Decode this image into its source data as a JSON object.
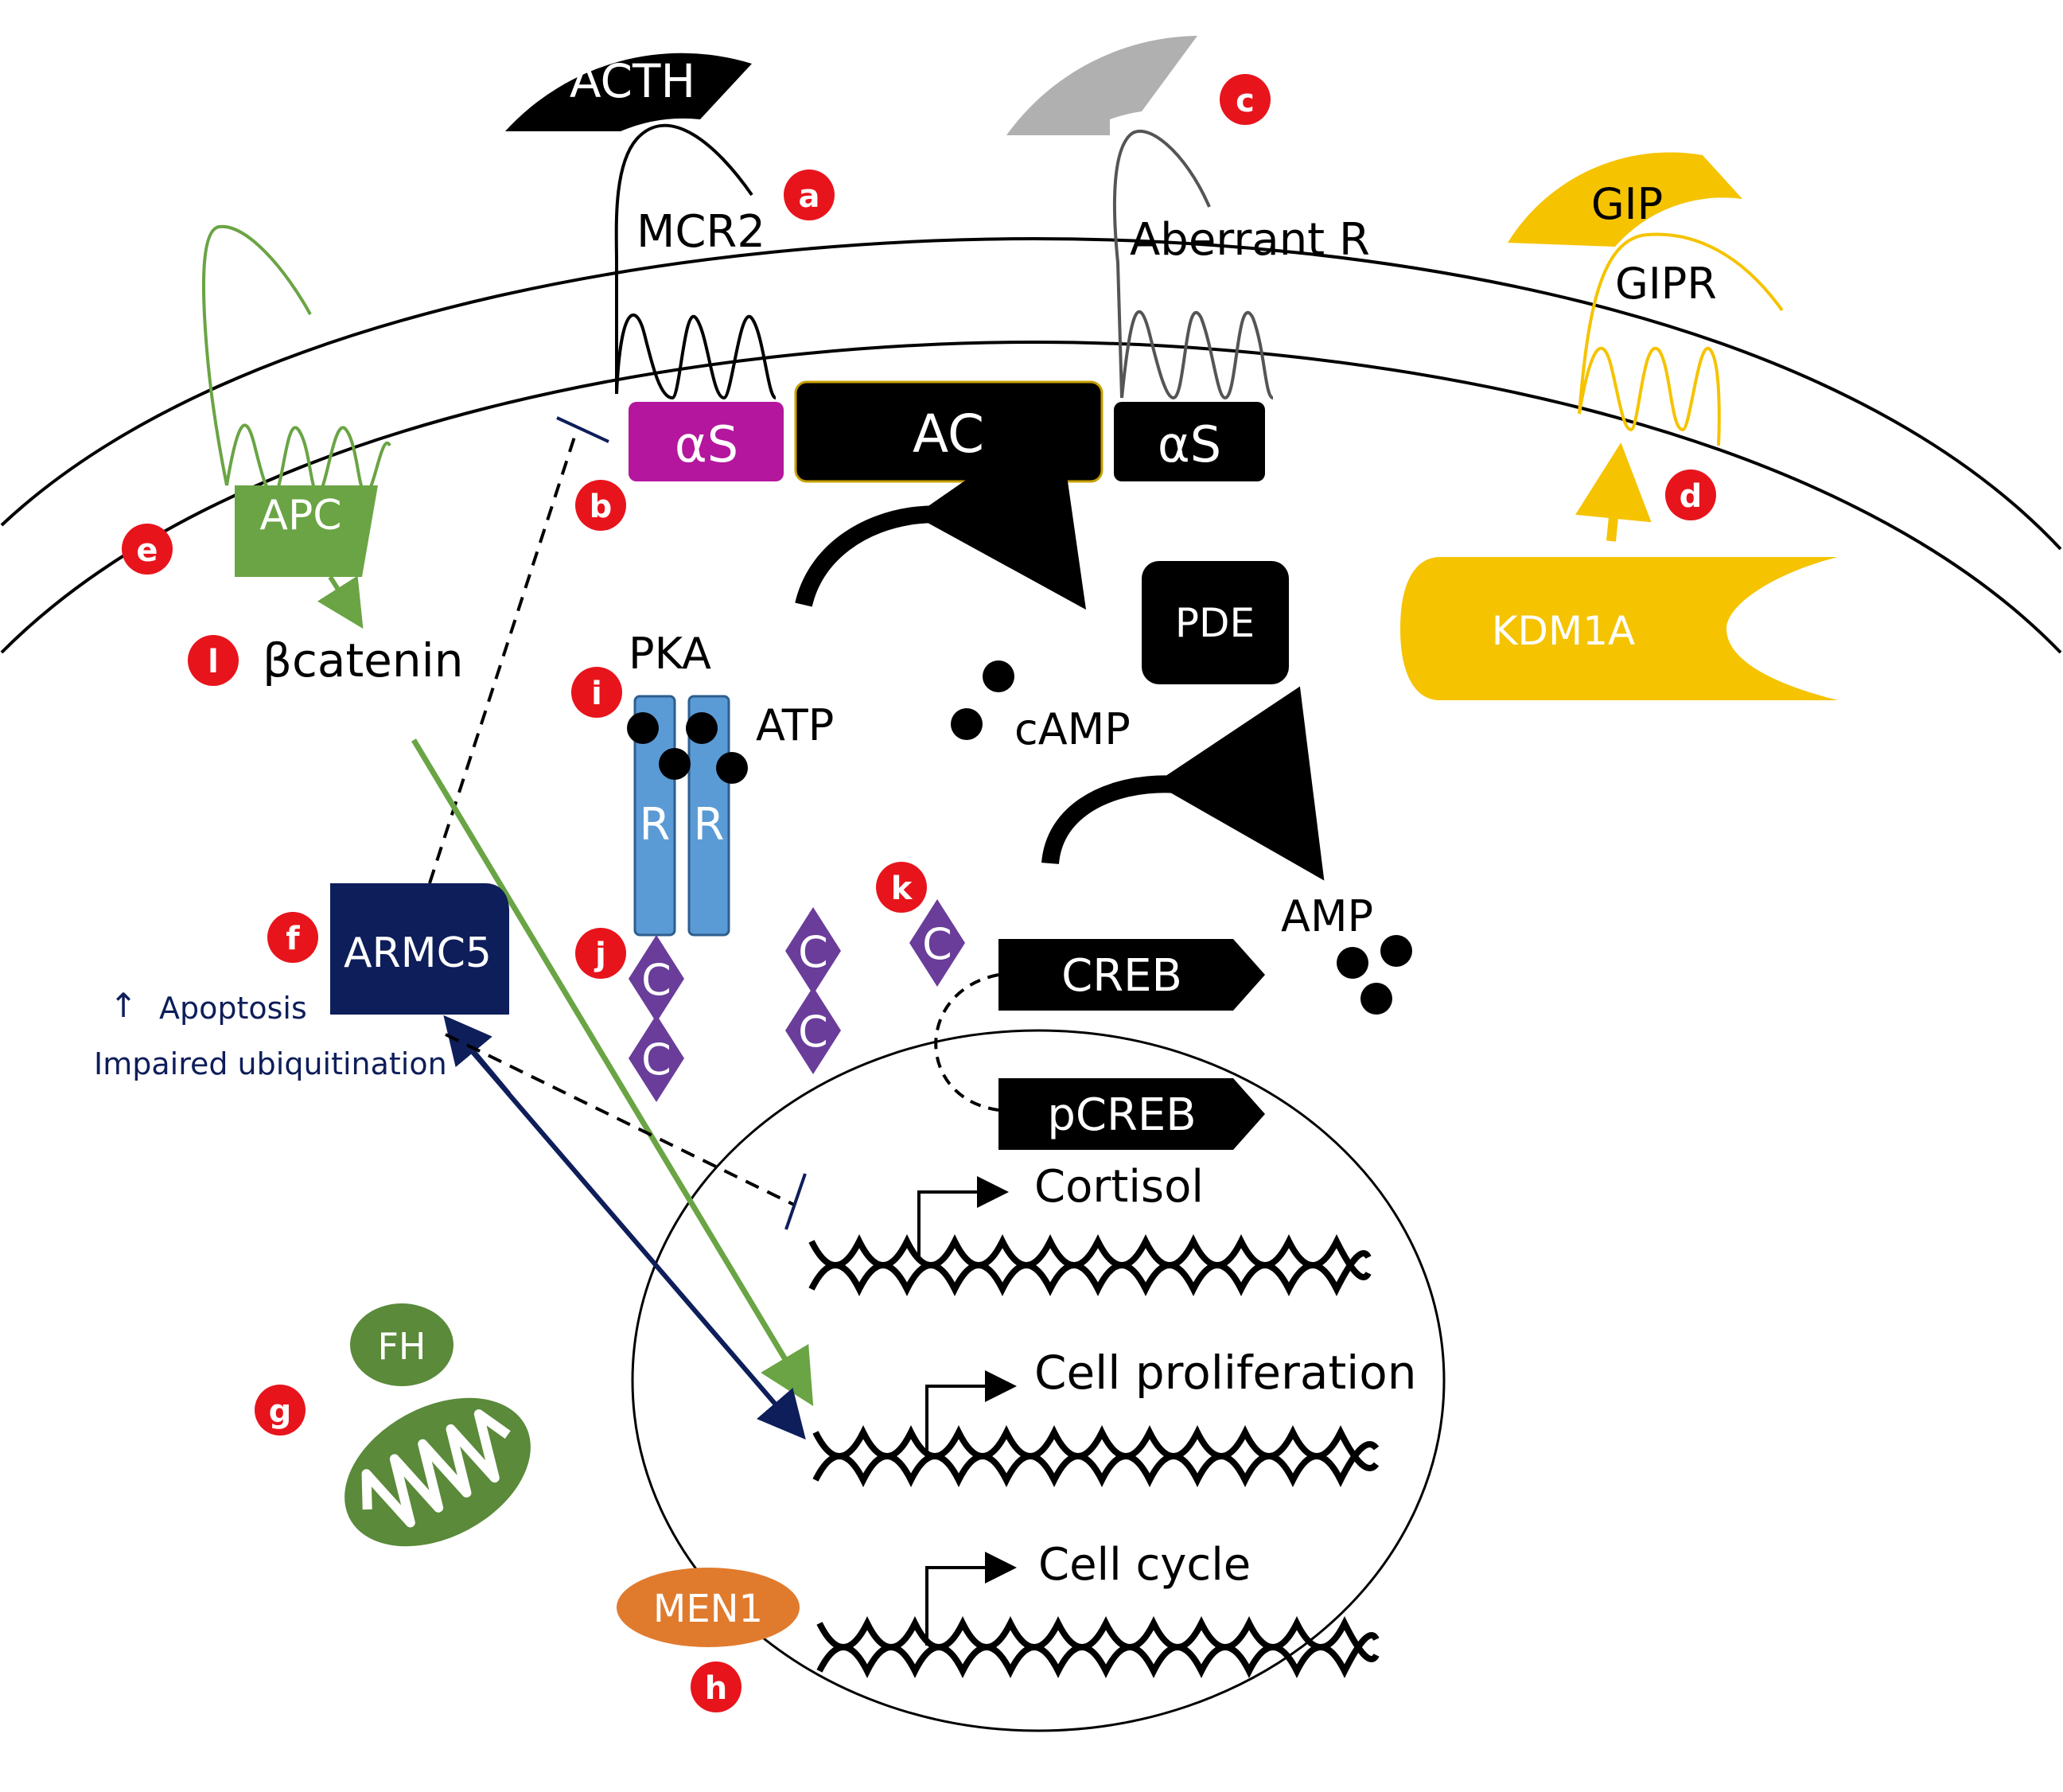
{
  "labels": {
    "acth": "ACTH",
    "mcr2": "MCR2",
    "aberrant_r": "Aberrant R",
    "gip": "GIP",
    "gipr": "GIPR",
    "alpha_s": "αS",
    "ac": "AC",
    "apc": "APC",
    "beta_catenin": "βcatenin",
    "pde": "PDE",
    "kdm1a": "KDM1A",
    "pka": "PKA",
    "atp": "ATP",
    "camp": "cAMP",
    "amp": "AMP",
    "r": "R",
    "c": "C",
    "armc5": "ARMC5",
    "apoptosis": "Apoptosis",
    "apoptosis_arrow": "↑",
    "impaired_ubiquitination": "Impaired ubiquitination",
    "creb": "CREB",
    "pcreb": "pCREB",
    "cortisol": "Cortisol",
    "cell_proliferation": "Cell proliferation",
    "cell_cycle": "Cell cycle",
    "fh": "FH",
    "men1": "MEN1"
  },
  "markers": {
    "a": "a",
    "b": "b",
    "c": "c",
    "d": "d",
    "e": "e",
    "f": "f",
    "g": "g",
    "h": "h",
    "i": "i",
    "j": "j",
    "k": "k",
    "l": "l"
  },
  "colors": {
    "marker_red": "#e8141c",
    "magenta": "#b4169e",
    "black": "#000000",
    "gray": "#b0b0b0",
    "gold": "#f5c300",
    "green": "#6aa444",
    "dark_green": "#5a8a3a",
    "navy": "#0e1e5a",
    "blue": "#5b9bd5",
    "purple": "#6a3d9a",
    "orange": "#e07b2e"
  }
}
